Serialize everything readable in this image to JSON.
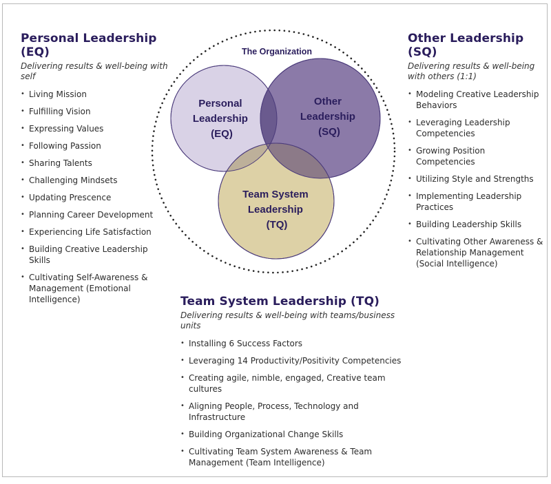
{
  "diagram": {
    "organization_label": "The Organization",
    "circles": {
      "eq": {
        "lines": [
          "Personal",
          "Leadership",
          "(EQ)"
        ],
        "fill": "#d9d2e6",
        "stroke": "#4a3a7a"
      },
      "sq": {
        "lines": [
          "Other",
          "Leadership",
          "(SQ)"
        ],
        "fill": "#8b7aa8",
        "stroke": "#4a3a7a"
      },
      "tq": {
        "lines": [
          "Team System",
          "Leadership",
          "(TQ)"
        ],
        "fill": "#ddd1a6",
        "stroke": "#4a3a7a"
      }
    },
    "colors": {
      "heading": "#2a1d5c",
      "overlap_eq_sq": "#6a5a8e",
      "overlap_eq_tq": "#bdb09a",
      "overlap_sq_tq": "#8c7a88",
      "dotted_ring": "#222222"
    }
  },
  "sections": {
    "eq": {
      "title": "Personal Leadership (EQ)",
      "subtitle": "Delivering results & well-being with self",
      "items": [
        "Living Mission",
        "Fulfilling Vision",
        "Expressing Values",
        "Following Passion",
        "Sharing Talents",
        "Challenging Mindsets",
        "Updating Prescence",
        "Planning Career Development",
        "Experiencing Life Satisfaction",
        "Building Creative Leadership Skills",
        "Cultivating Self-Awareness & Management (Emotional Intelligence)"
      ]
    },
    "sq": {
      "title": "Other Leadership (SQ)",
      "subtitle": "Delivering results & well-being with others (1:1)",
      "items": [
        "Modeling Creative Leadership Behaviors",
        "Leveraging Leadership Competencies",
        "Growing Position Competencies",
        "Utilizing Style and Strengths",
        "Implementing Leadership Practices",
        "Building Leadership Skills",
        "Cultivating Other Awareness & Relationship Management (Social Intelligence)"
      ]
    },
    "tq": {
      "title": "Team System Leadership (TQ)",
      "subtitle": "Delivering results & well-being with teams/business units",
      "items": [
        "Installing 6 Success Factors",
        "Leveraging 14 Productivity/Positivity Competencies",
        "Creating agile, nimble, engaged, Creative team cultures",
        "Aligning People, Process, Technology and Infrastructure",
        "Building Organizational Change Skills",
        "Cultivating Team System Awareness & Team Management (Team Intelligence)"
      ]
    }
  }
}
